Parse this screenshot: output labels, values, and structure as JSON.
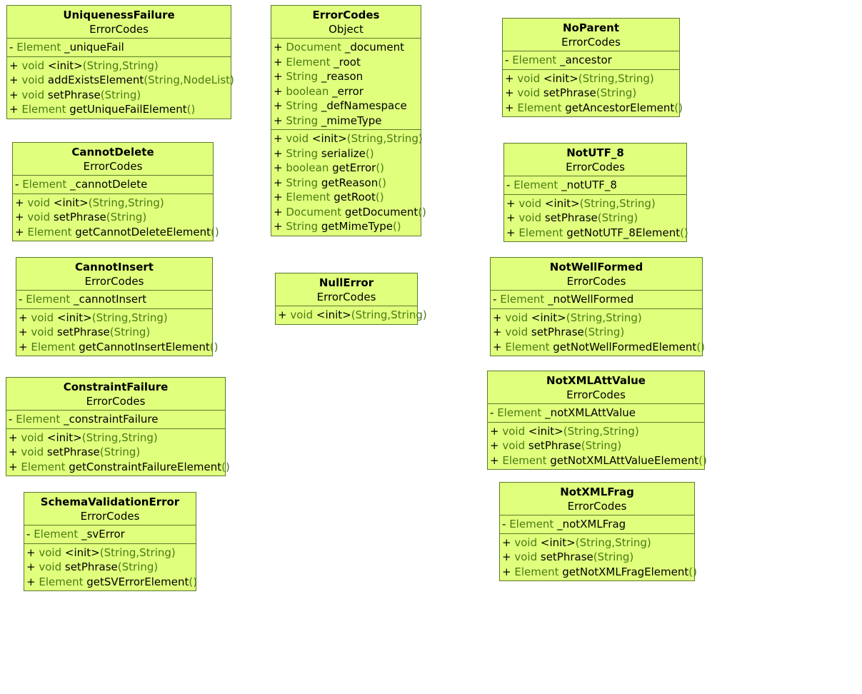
{
  "diagram": {
    "colors": {
      "class_fill": "#e0ff7d",
      "class_border": "#5a7a2a",
      "type_text": "#4a7a14"
    },
    "classes": [
      {
        "id": "uniqueness-failure",
        "name": "UniquenessFailure",
        "parent": "ErrorCodes",
        "attributes": [
          {
            "vis": "-",
            "type": "Element",
            "name": "_uniqueFail",
            "params": ""
          }
        ],
        "methods": [
          {
            "vis": "+",
            "type": "void",
            "name": "<init>",
            "params": "(String,String)"
          },
          {
            "vis": "+",
            "type": "void",
            "name": "addExistsElement",
            "params": "(String,NodeList)"
          },
          {
            "vis": "+",
            "type": "void",
            "name": "setPhrase",
            "params": "(String)"
          },
          {
            "vis": "+",
            "type": "Element",
            "name": "getUniqueFailElement",
            "params": "()"
          }
        ]
      },
      {
        "id": "error-codes",
        "name": "ErrorCodes",
        "parent": "Object",
        "attributes": [
          {
            "vis": "+",
            "type": "Document",
            "name": "_document",
            "params": ""
          },
          {
            "vis": "+",
            "type": "Element",
            "name": "_root",
            "params": ""
          },
          {
            "vis": "+",
            "type": "String",
            "name": "_reason",
            "params": ""
          },
          {
            "vis": "+",
            "type": "boolean",
            "name": "_error",
            "params": ""
          },
          {
            "vis": "+",
            "type": "String",
            "name": "_defNamespace",
            "params": ""
          },
          {
            "vis": "+",
            "type": "String",
            "name": "_mimeType",
            "params": ""
          }
        ],
        "methods": [
          {
            "vis": "+",
            "type": "void",
            "name": "<init>",
            "params": "(String,String)"
          },
          {
            "vis": "+",
            "type": "String",
            "name": "serialize",
            "params": "()"
          },
          {
            "vis": "+",
            "type": "boolean",
            "name": "getError",
            "params": "()"
          },
          {
            "vis": "+",
            "type": "String",
            "name": "getReason",
            "params": "()"
          },
          {
            "vis": "+",
            "type": "Element",
            "name": "getRoot",
            "params": "()"
          },
          {
            "vis": "+",
            "type": "Document",
            "name": "getDocument",
            "params": "()"
          },
          {
            "vis": "+",
            "type": "String",
            "name": "getMimeType",
            "params": "()"
          }
        ]
      },
      {
        "id": "no-parent",
        "name": "NoParent",
        "parent": "ErrorCodes",
        "attributes": [
          {
            "vis": "-",
            "type": "Element",
            "name": "_ancestor",
            "params": ""
          }
        ],
        "methods": [
          {
            "vis": "+",
            "type": "void",
            "name": "<init>",
            "params": "(String,String)"
          },
          {
            "vis": "+",
            "type": "void",
            "name": "setPhrase",
            "params": "(String)"
          },
          {
            "vis": "+",
            "type": "Element",
            "name": "getAncestorElement",
            "params": "()"
          }
        ]
      },
      {
        "id": "cannot-delete",
        "name": "CannotDelete",
        "parent": "ErrorCodes",
        "attributes": [
          {
            "vis": "-",
            "type": "Element",
            "name": "_cannotDelete",
            "params": ""
          }
        ],
        "methods": [
          {
            "vis": "+",
            "type": "void",
            "name": "<init>",
            "params": "(String,String)"
          },
          {
            "vis": "+",
            "type": "void",
            "name": "setPhrase",
            "params": "(String)"
          },
          {
            "vis": "+",
            "type": "Element",
            "name": "getCannotDeleteElement",
            "params": "()"
          }
        ]
      },
      {
        "id": "not-utf-8",
        "name": "NotUTF_8",
        "parent": "ErrorCodes",
        "attributes": [
          {
            "vis": "-",
            "type": "Element",
            "name": "_notUTF_8",
            "params": ""
          }
        ],
        "methods": [
          {
            "vis": "+",
            "type": "void",
            "name": "<init>",
            "params": "(String,String)"
          },
          {
            "vis": "+",
            "type": "void",
            "name": "setPhrase",
            "params": "(String)"
          },
          {
            "vis": "+",
            "type": "Element",
            "name": "getNotUTF_8Element",
            "params": "()"
          }
        ]
      },
      {
        "id": "cannot-insert",
        "name": "CannotInsert",
        "parent": "ErrorCodes",
        "attributes": [
          {
            "vis": "-",
            "type": "Element",
            "name": "_cannotInsert",
            "params": ""
          }
        ],
        "methods": [
          {
            "vis": "+",
            "type": "void",
            "name": "<init>",
            "params": "(String,String)"
          },
          {
            "vis": "+",
            "type": "void",
            "name": "setPhrase",
            "params": "(String)"
          },
          {
            "vis": "+",
            "type": "Element",
            "name": "getCannotInsertElement",
            "params": "()"
          }
        ]
      },
      {
        "id": "null-error",
        "name": "NullError",
        "parent": "ErrorCodes",
        "attributes": [],
        "methods": [
          {
            "vis": "+",
            "type": "void",
            "name": "<init>",
            "params": "(String,String)"
          }
        ]
      },
      {
        "id": "not-well-formed",
        "name": "NotWellFormed",
        "parent": "ErrorCodes",
        "attributes": [
          {
            "vis": "-",
            "type": "Element",
            "name": "_notWellFormed",
            "params": ""
          }
        ],
        "methods": [
          {
            "vis": "+",
            "type": "void",
            "name": "<init>",
            "params": "(String,String)"
          },
          {
            "vis": "+",
            "type": "void",
            "name": "setPhrase",
            "params": "(String)"
          },
          {
            "vis": "+",
            "type": "Element",
            "name": "getNotWellFormedElement",
            "params": "()"
          }
        ]
      },
      {
        "id": "constraint-failure",
        "name": "ConstraintFailure",
        "parent": "ErrorCodes",
        "attributes": [
          {
            "vis": "-",
            "type": "Element",
            "name": "_constraintFailure",
            "params": ""
          }
        ],
        "methods": [
          {
            "vis": "+",
            "type": "void",
            "name": "<init>",
            "params": "(String,String)"
          },
          {
            "vis": "+",
            "type": "void",
            "name": "setPhrase",
            "params": "(String)"
          },
          {
            "vis": "+",
            "type": "Element",
            "name": "getConstraintFailureElement",
            "params": "()"
          }
        ]
      },
      {
        "id": "not-xml-att-value",
        "name": "NotXMLAttValue",
        "parent": "ErrorCodes",
        "attributes": [
          {
            "vis": "-",
            "type": "Element",
            "name": "_notXMLAttValue",
            "params": ""
          }
        ],
        "methods": [
          {
            "vis": "+",
            "type": "void",
            "name": "<init>",
            "params": "(String,String)"
          },
          {
            "vis": "+",
            "type": "void",
            "name": "setPhrase",
            "params": "(String)"
          },
          {
            "vis": "+",
            "type": "Element",
            "name": "getNotXMLAttValueElement",
            "params": "()"
          }
        ]
      },
      {
        "id": "schema-validation-error",
        "name": "SchemaValidationError",
        "parent": "ErrorCodes",
        "attributes": [
          {
            "vis": "-",
            "type": "Element",
            "name": "_svError",
            "params": ""
          }
        ],
        "methods": [
          {
            "vis": "+",
            "type": "void",
            "name": "<init>",
            "params": "(String,String)"
          },
          {
            "vis": "+",
            "type": "void",
            "name": "setPhrase",
            "params": "(String)"
          },
          {
            "vis": "+",
            "type": "Element",
            "name": "getSVErrorElement",
            "params": "()"
          }
        ]
      },
      {
        "id": "not-xml-frag",
        "name": "NotXMLFrag",
        "parent": "ErrorCodes",
        "attributes": [
          {
            "vis": "-",
            "type": "Element",
            "name": "_notXMLFrag",
            "params": ""
          }
        ],
        "methods": [
          {
            "vis": "+",
            "type": "void",
            "name": "<init>",
            "params": "(String,String)"
          },
          {
            "vis": "+",
            "type": "void",
            "name": "setPhrase",
            "params": "(String)"
          },
          {
            "vis": "+",
            "type": "Element",
            "name": "getNotXMLFragElement",
            "params": "()"
          }
        ]
      }
    ]
  }
}
